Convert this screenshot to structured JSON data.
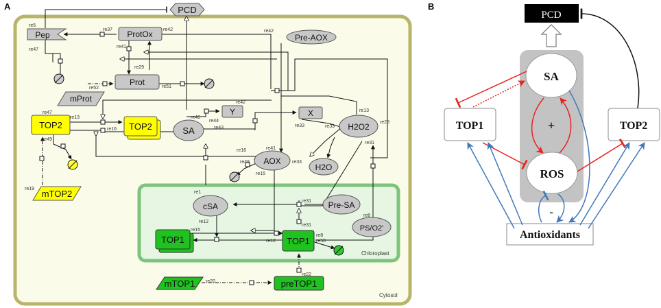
{
  "panel_a": {
    "letter": "A",
    "compartments": {
      "cytosol": "Cytosol",
      "chloroplast": "Chloroplast"
    },
    "nodes": {
      "pcd": "PCD",
      "pep": "Pep",
      "protox": "ProtOx",
      "pre_aox": "Pre-AOX",
      "prot": "Prot",
      "mprot": "mProt",
      "y": "Y",
      "x": "X",
      "sa": "SA",
      "h2o2": "H2O2",
      "top2_a": "TOP2",
      "top2_b": "TOP2",
      "mtop2": "mTOP2",
      "aox": "AOX",
      "h2o": "H2O",
      "csa": "cSA",
      "pre_sa": "Pre-SA",
      "ps_o2": "PS/O2'",
      "top1_c": "TOP1",
      "top1_d": "TOP1",
      "mtop1": "mTOP1",
      "pretop1": "preTOP1"
    },
    "reactions": {
      "re5": "re5",
      "re37": "re37",
      "re42": "re42",
      "re42b": "re42",
      "re47": "re47",
      "re41": "re41",
      "re29": "re29",
      "re52": "re52",
      "re51": "re51",
      "re46": "re46",
      "re44": "re44",
      "re43": "re43",
      "re42c": "re42",
      "re13": "re13",
      "re13b": "re13",
      "re16": "re16",
      "re49": "re49",
      "re33": "re33",
      "re33b": "re33",
      "re33c": "re33",
      "re29b": "re29",
      "re41b": "re41",
      "re16b": "re16",
      "re48": "re48",
      "re15": "re15",
      "re31": "re31",
      "re19": "re19",
      "re1": "re1",
      "re31b": "re31",
      "re12": "re12",
      "re15b": "re15",
      "re31c": "re31",
      "re8": "re8",
      "re8b": "re8",
      "re50": "re50",
      "re12b": "re12",
      "re22": "re22",
      "re20": "re20"
    }
  },
  "panel_b": {
    "letter": "B",
    "nodes": {
      "pcd": "PCD",
      "sa": "SA",
      "ros": "ROS",
      "top1": "TOP1",
      "top2": "TOP2",
      "antioxidants": "Antioxidants"
    },
    "signs": {
      "plus": "+",
      "minus": "-"
    }
  },
  "colors": {
    "cytosol_fill": "#fbfbea",
    "cytosol_stroke": "#b8b56a",
    "chloroplast_fill": "#e6f6e2",
    "chloroplast_stroke": "#7cc47c",
    "node_gray": "#c8c8c8",
    "node_yellow": "#ffff00",
    "node_green": "#1fc21f",
    "sink_green": "#2ec82e",
    "sink_yellow": "#ffff33",
    "inhibit_red": "#e8221c",
    "activate_blue": "#3f78b8",
    "core_gray": "#c3c3c3"
  }
}
